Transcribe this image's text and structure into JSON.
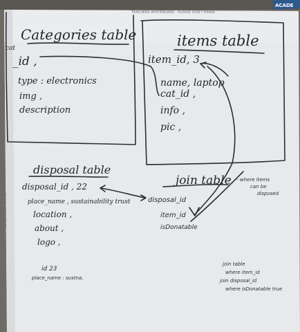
{
  "whiteboard": {
    "top_label": "TEACHERS WHITEBOARD · PLEASE DON'T ERASE",
    "side_label": "TEACHERS WHITEBOARD · PLEASE DON'T ERASE",
    "corner_sign": "ACADE"
  },
  "categories": {
    "title": "Categories table",
    "prefix": "cat",
    "fields": [
      "_id ,",
      "type : electronics",
      "img ,",
      "description"
    ]
  },
  "items": {
    "title": "items table",
    "fields": [
      "item_id, 3",
      "name, laptop",
      "cat_id ,",
      "info ,",
      "pic ,"
    ]
  },
  "disposal": {
    "title": "disposal table",
    "fields": [
      "disposal_id , 22",
      "place_name , sustainability trust",
      "location ,",
      "about ,",
      "logo ,"
    ],
    "example": [
      "id 23",
      "place_name : sustna,"
    ]
  },
  "join": {
    "title": "join table",
    "fields": [
      "disposal_id",
      "item_id",
      "isDonatable"
    ],
    "note": [
      "- where items",
      "can be",
      "disposed"
    ],
    "query_note": [
      "join table",
      "where item_id",
      "join disposal_id",
      "where isDonatable true"
    ]
  }
}
